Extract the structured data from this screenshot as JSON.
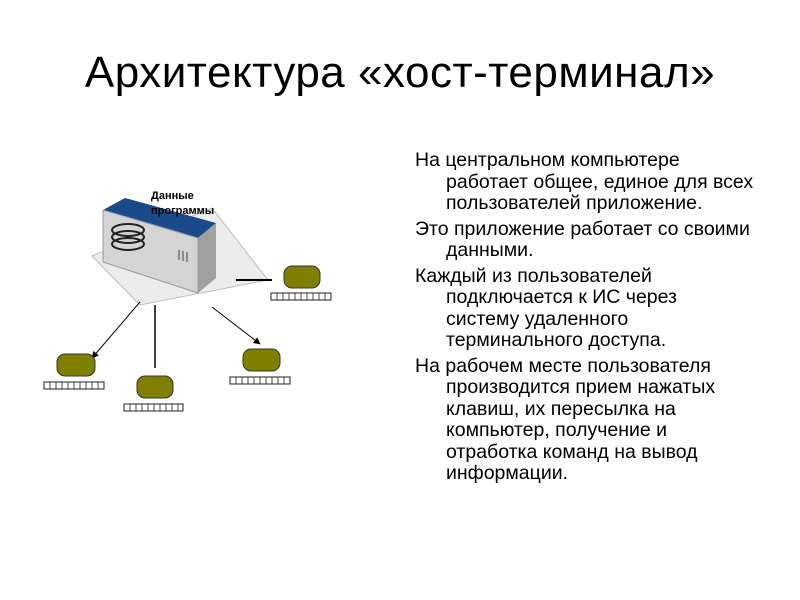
{
  "slide": {
    "title": "Архитектура «хост-терминал»"
  },
  "diagram": {
    "server_label_line1": "Данные",
    "server_label_line2": "программы",
    "colors": {
      "server_top": "#1a4a8a",
      "server_body": "#d4d4d4",
      "terminal": "#808000",
      "base": "#ececec"
    }
  },
  "bullets": [
    "На центральном компьютере работает общее, единое для всех пользователей приложение.",
    "Это приложение работает со своими данными.",
    "Каждый из пользователей подключается к ИС через систему удаленного терминального доступа.",
    "На рабочем месте пользователя производится прием нажатых клавиш, их пересылка на компьютер, получение и отработка команд на вывод информации."
  ]
}
